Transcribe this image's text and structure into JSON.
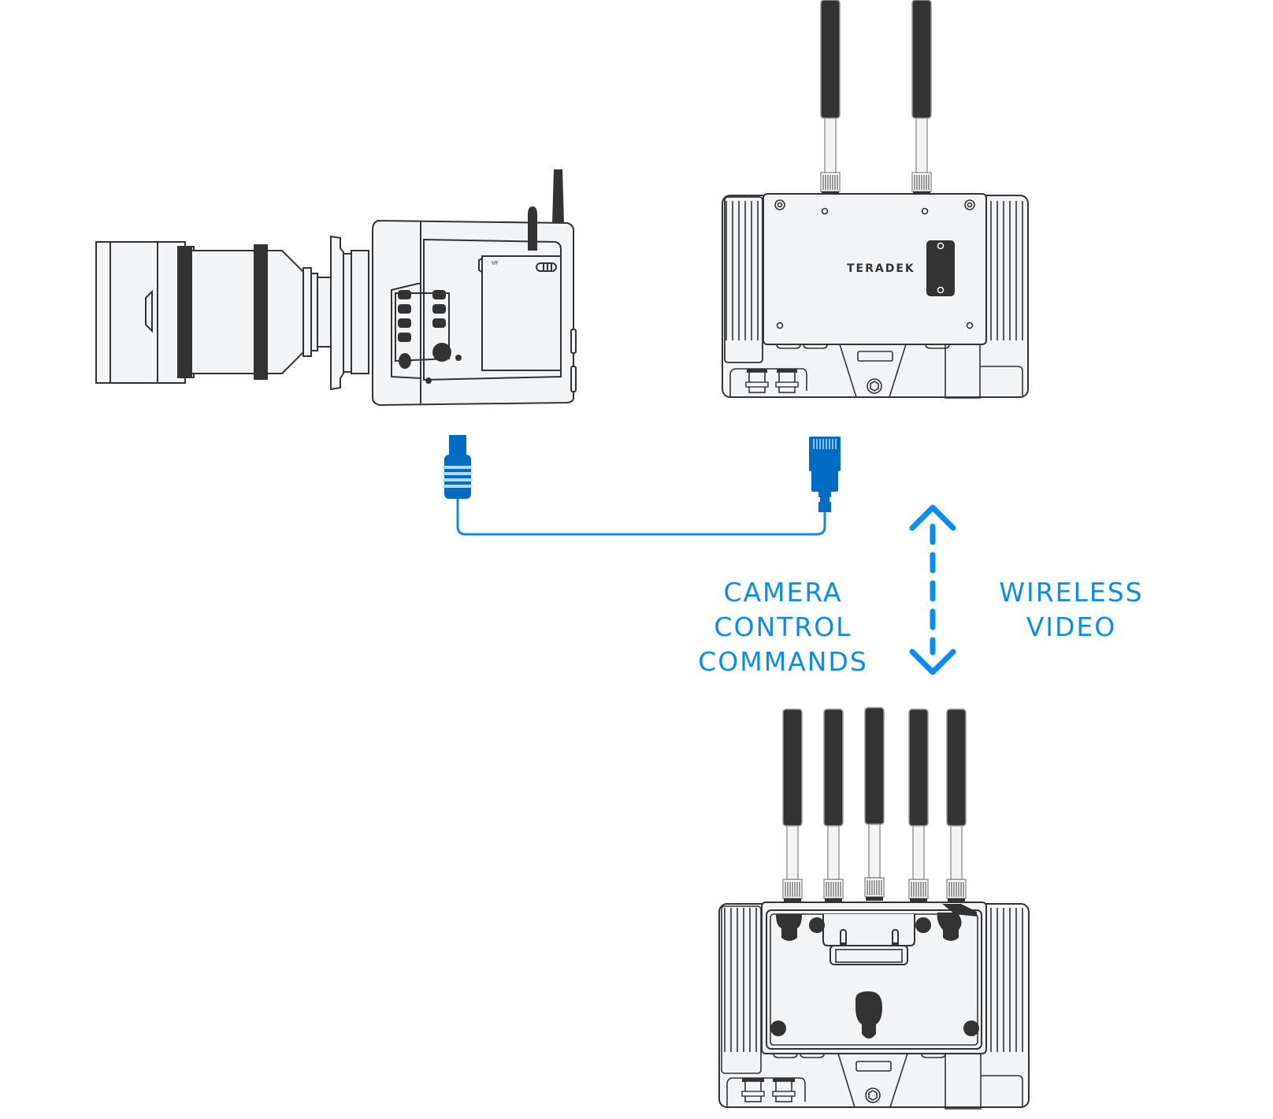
{
  "diagram": {
    "title": "Camera control over wireless video link",
    "devices": [
      {
        "id": "camera",
        "name": "Cinema camera",
        "label_text": "VF"
      },
      {
        "id": "transmitter",
        "name": "Teradek transmitter",
        "brand": "TERADEK",
        "antennas": 2
      },
      {
        "id": "receiver",
        "name": "Teradek receiver",
        "antennas": 5
      }
    ],
    "cable": {
      "type": "ethernet",
      "from": "camera",
      "to": "transmitter"
    },
    "link": {
      "type": "bidirectional-wireless",
      "from": "transmitter",
      "to": "receiver"
    },
    "labels": {
      "left": [
        "CAMERA",
        "CONTROL",
        "COMMANDS"
      ],
      "right": [
        "WIRELESS",
        "VIDEO"
      ]
    },
    "colors": {
      "accent": "#0a8cf5",
      "plug_dark": "#006cc6",
      "plug_stripe": "#b5daf5",
      "device_fill": "#f3f4f6",
      "device_stroke": "#333333"
    }
  }
}
